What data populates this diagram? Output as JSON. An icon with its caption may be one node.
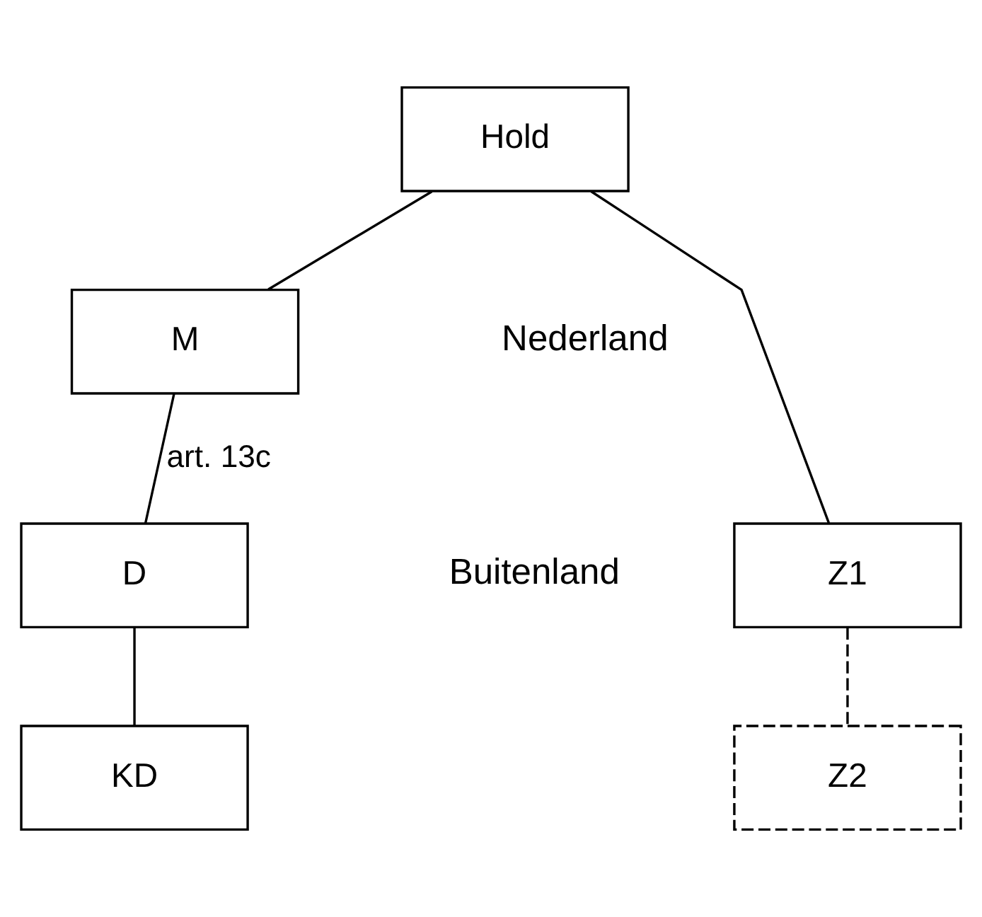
{
  "diagram": {
    "nodes": [
      {
        "text": [
          "Hold"
        ]
      },
      {
        "text": [
          "M"
        ]
      },
      {
        "text": [
          "Z1"
        ]
      },
      {
        "text": [
          "D"
        ]
      },
      {
        "text": [
          "Z2"
        ]
      },
      {
        "text": [
          "KD"
        ]
      }
    ],
    "edges": [
      {
        "from": 0,
        "to": 2,
        "arrow": "none"
      },
      {
        "from": 0,
        "to": 1,
        "arrow": "none"
      },
      {
        "from": 1,
        "to": 3,
        "arrow": "none",
        "label": "art. 13c"
      },
      {
        "from": 2,
        "to": 4,
        "arrow": "none",
        "style": "dashed"
      },
      {
        "from": 3,
        "to": 5,
        "arrow": "none"
      }
    ],
    "labels": [
      "Nederland",
      "Buitenland"
    ]
  }
}
